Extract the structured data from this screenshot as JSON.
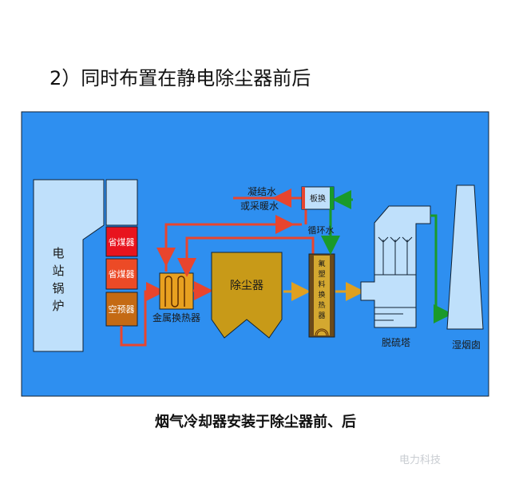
{
  "title": "2）同时布置在静电除尘器前后",
  "caption": "烟气冷却器安装于除尘器前、后",
  "watermark": "电力科技",
  "diagram": {
    "boiler": "电站锅炉",
    "economizer_1": "省煤器",
    "economizer_2": "省煤器",
    "air_preheater": "空预器",
    "metal_hx": "金属换热器",
    "dust_collector": "除尘器",
    "fluoroplastic_hx": [
      "氟",
      "塑",
      "料",
      "换",
      "热",
      "器"
    ],
    "plate_hx": "板换",
    "condensate_1": "凝结水",
    "condensate_2": "或采暖水",
    "circulating_water": "循环水",
    "desulfurization_tower": "脱硫塔",
    "wet_chimney": "湿烟囱"
  },
  "colors": {
    "panel": "#2e8ff0",
    "hot": "#e8452e",
    "water": "#1a9a2a",
    "flue": "#e0a020",
    "equip": "#c89a18",
    "light": "#bfe0fb"
  }
}
